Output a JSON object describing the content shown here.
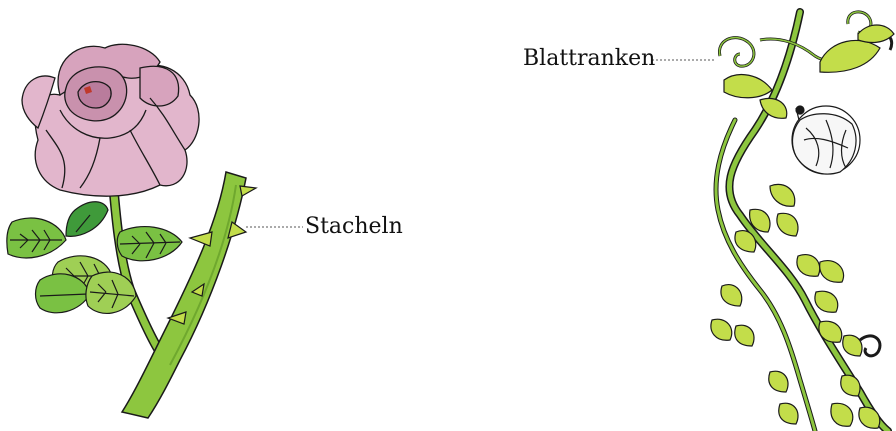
{
  "labels": {
    "thorns": "Stacheln",
    "tendrils": "Blattranken"
  },
  "colors": {
    "stem_green": "#8dc63f",
    "leaf_green": "#c3dd4a",
    "rose_leaf_green": "#7ac143",
    "petal_pink": "#e2b6cc",
    "petal_shadow": "#c991ad",
    "outline": "#1a1a1a",
    "leader_line": "#555555"
  },
  "illustrations": {
    "left": "rose-with-thorny-stem",
    "right": "climbing-plant-with-tendrils"
  }
}
